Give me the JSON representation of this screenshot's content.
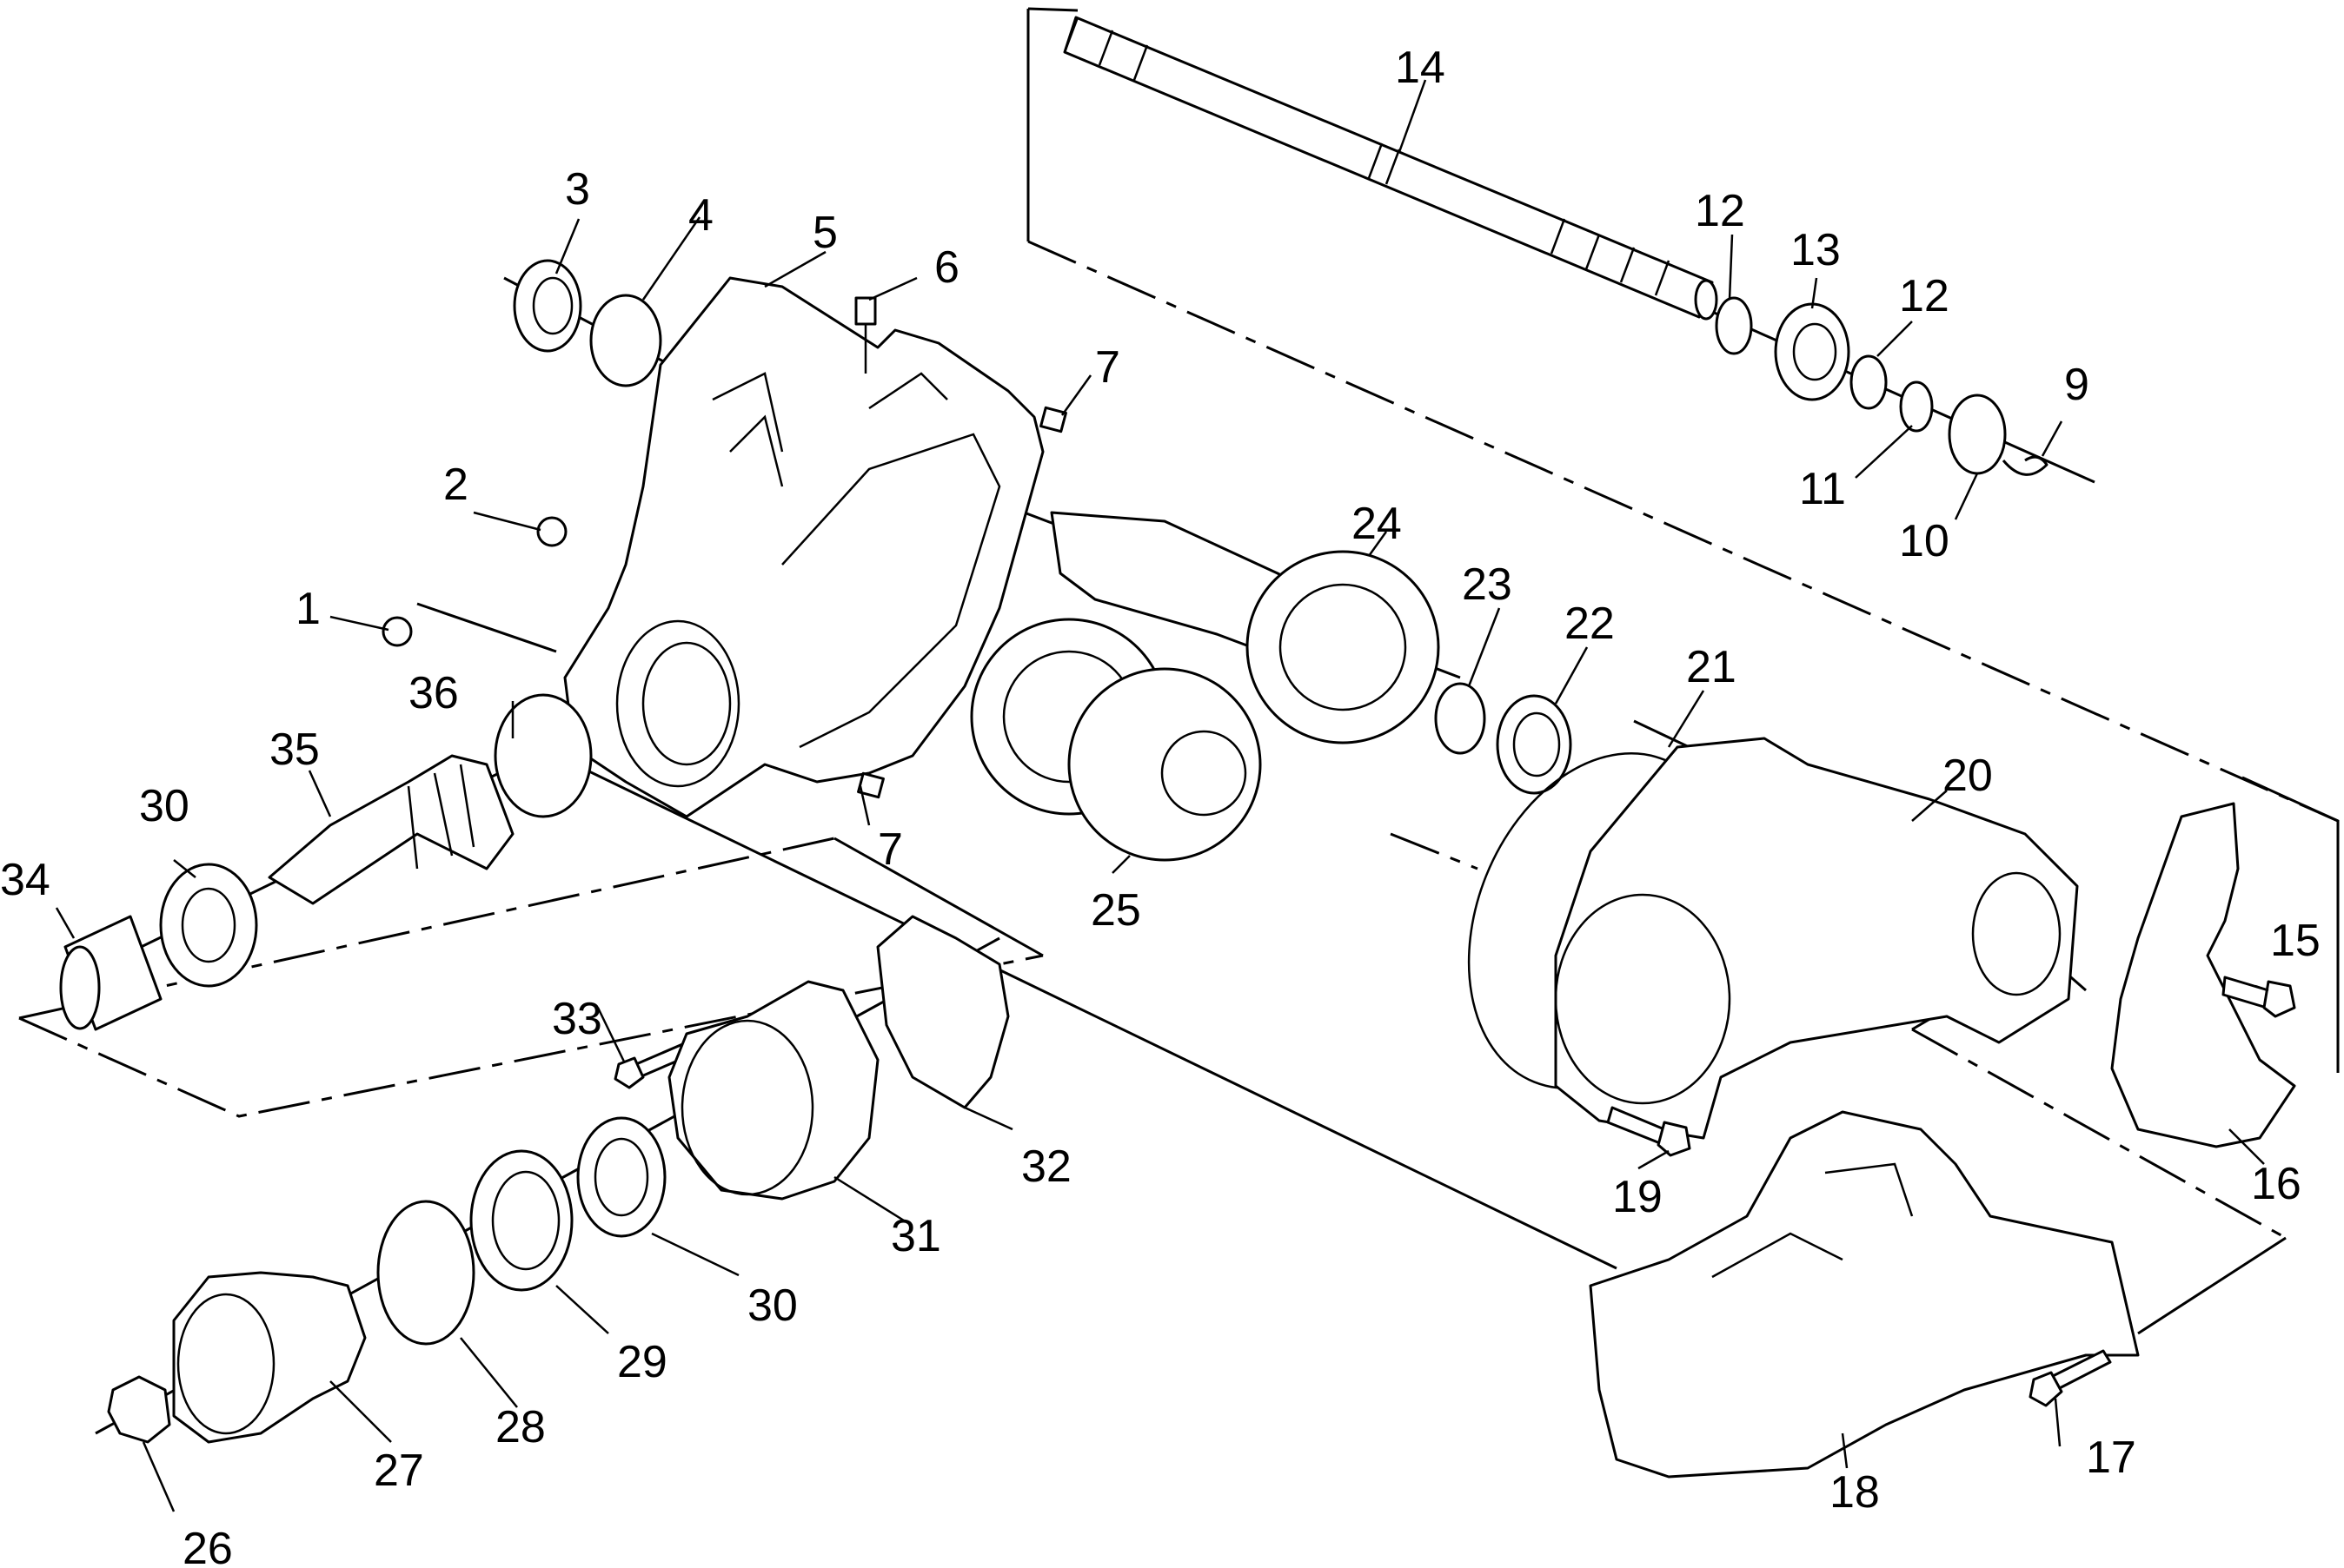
{
  "callouts": [
    {
      "id": "1",
      "label": "1"
    },
    {
      "id": "2",
      "label": "2"
    },
    {
      "id": "3",
      "label": "3"
    },
    {
      "id": "4",
      "label": "4"
    },
    {
      "id": "5",
      "label": "5"
    },
    {
      "id": "6",
      "label": "6"
    },
    {
      "id": "7a",
      "label": "7"
    },
    {
      "id": "7b",
      "label": "7"
    },
    {
      "id": "9",
      "label": "9"
    },
    {
      "id": "10",
      "label": "10"
    },
    {
      "id": "11",
      "label": "11"
    },
    {
      "id": "12a",
      "label": "12"
    },
    {
      "id": "12b",
      "label": "12"
    },
    {
      "id": "13",
      "label": "13"
    },
    {
      "id": "14",
      "label": "14"
    },
    {
      "id": "15",
      "label": "15"
    },
    {
      "id": "16",
      "label": "16"
    },
    {
      "id": "17",
      "label": "17"
    },
    {
      "id": "18",
      "label": "18"
    },
    {
      "id": "19",
      "label": "19"
    },
    {
      "id": "20",
      "label": "20"
    },
    {
      "id": "21",
      "label": "21"
    },
    {
      "id": "22",
      "label": "22"
    },
    {
      "id": "23",
      "label": "23"
    },
    {
      "id": "24",
      "label": "24"
    },
    {
      "id": "25",
      "label": "25"
    },
    {
      "id": "26",
      "label": "26"
    },
    {
      "id": "27",
      "label": "27"
    },
    {
      "id": "28",
      "label": "28"
    },
    {
      "id": "29",
      "label": "29"
    },
    {
      "id": "30a",
      "label": "30"
    },
    {
      "id": "30b",
      "label": "30"
    },
    {
      "id": "31",
      "label": "31"
    },
    {
      "id": "32",
      "label": "32"
    },
    {
      "id": "33",
      "label": "33"
    },
    {
      "id": "34",
      "label": "34"
    },
    {
      "id": "35",
      "label": "35"
    },
    {
      "id": "36",
      "label": "36"
    }
  ]
}
